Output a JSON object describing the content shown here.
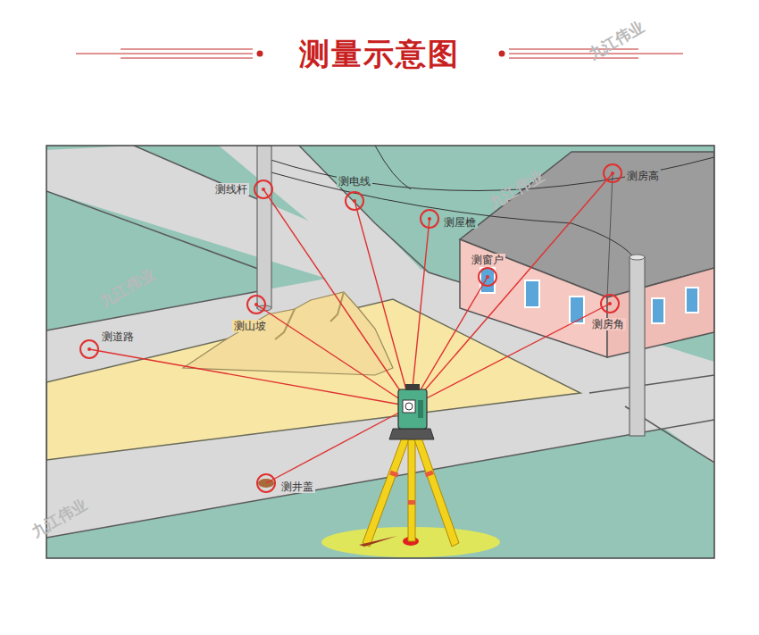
{
  "diagram": {
    "title": "测量示意图",
    "labels": [
      "测线杆",
      "测电线",
      "测屋檐",
      "测房高",
      "测窗户",
      "测房角",
      "测山坡",
      "测道路",
      "测井盖",
      "九江伟业",
      "九江伟业",
      "九江伟业",
      "九江伟业"
    ]
  }
}
